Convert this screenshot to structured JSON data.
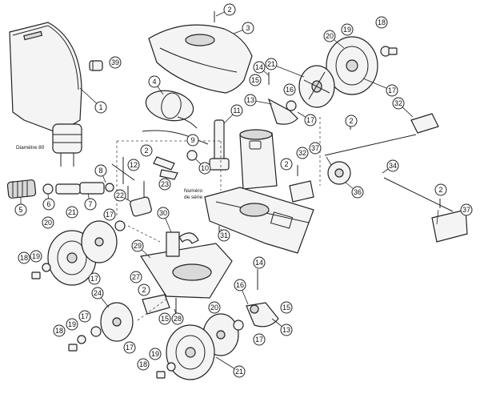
{
  "notes": {
    "diameter": "Diamètre 80",
    "serial_line1": "Numéro",
    "serial_line2": "de série"
  },
  "callouts": {
    "c1": "1",
    "c2": "2",
    "c3": "3",
    "c4": "4",
    "c5": "5",
    "c6": "6",
    "c7": "7",
    "c8": "8",
    "c9": "9",
    "c10": "10",
    "c11": "11",
    "c12": "12",
    "c13": "13",
    "c14": "14",
    "c15": "15",
    "c16": "16",
    "c17": "17",
    "c18": "18",
    "c19": "19",
    "c20": "20",
    "c21": "21",
    "c22": "22",
    "c23": "23",
    "c24": "24",
    "c27": "27",
    "c28": "28",
    "c29": "29",
    "c30": "30",
    "c31": "31",
    "c32": "32",
    "c34": "34",
    "c36": "36",
    "c37": "37",
    "c39": "39"
  }
}
